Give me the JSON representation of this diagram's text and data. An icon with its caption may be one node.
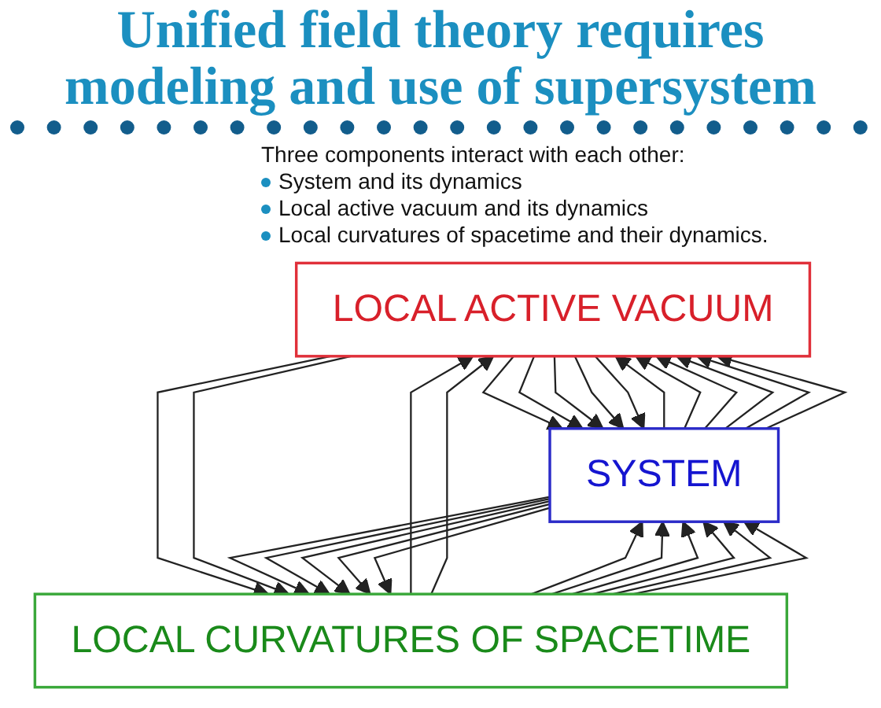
{
  "diagram": {
    "title": "Unified field theory requires modeling and use of supersystem",
    "nodes": [
      {
        "text": [
          "LOCAL ACTIVE VACUUM"
        ]
      },
      {
        "text": [
          "SYSTEM"
        ]
      },
      {
        "text": [
          "LOCAL CURVATURES OF SPACETIME"
        ]
      }
    ],
    "edges": [
      {
        "from": 1,
        "to": 0,
        "arrow": "to"
      },
      {
        "from": 0,
        "to": 1,
        "arrow": "to"
      },
      {
        "from": 1,
        "to": 0,
        "arrow": "to"
      },
      {
        "from": 0,
        "to": 1,
        "arrow": "to"
      },
      {
        "from": 1,
        "to": 0,
        "arrow": "to"
      },
      {
        "from": 0,
        "to": 1,
        "arrow": "to"
      },
      {
        "from": 1,
        "to": 0,
        "arrow": "to"
      },
      {
        "from": 0,
        "to": 1,
        "arrow": "to"
      },
      {
        "from": 1,
        "to": 0,
        "arrow": "to"
      },
      {
        "from": 0,
        "to": 1,
        "arrow": "to"
      },
      {
        "from": 1,
        "to": 0,
        "arrow": "to"
      },
      {
        "from": 0,
        "to": 2,
        "arrow": "to"
      },
      {
        "from": 2,
        "to": 0,
        "arrow": "to"
      },
      {
        "from": 2,
        "to": 0,
        "arrow": "to"
      },
      {
        "from": 0,
        "to": 2,
        "arrow": "to"
      },
      {
        "from": 2,
        "to": 1,
        "arrow": "to"
      },
      {
        "from": 1,
        "to": 2,
        "arrow": "to"
      },
      {
        "from": 2,
        "to": 1,
        "arrow": "to"
      },
      {
        "from": 1,
        "to": 2,
        "arrow": "to"
      },
      {
        "from": 2,
        "to": 1,
        "arrow": "to"
      },
      {
        "from": 1,
        "to": 2,
        "arrow": "to"
      },
      {
        "from": 2,
        "to": 1,
        "arrow": "to"
      },
      {
        "from": 1,
        "to": 2,
        "arrow": "to"
      },
      {
        "from": 2,
        "to": 1,
        "arrow": "to"
      },
      {
        "from": 1,
        "to": 2,
        "arrow": "to"
      },
      {
        "from": 2,
        "to": 1,
        "arrow": "to"
      }
    ],
    "labels": [
      "Three components interact with each other:",
      "System and its dynamics",
      "Local active vacuum and its dynamics",
      "Local curvatures of spacetime and their dynamics."
    ]
  }
}
